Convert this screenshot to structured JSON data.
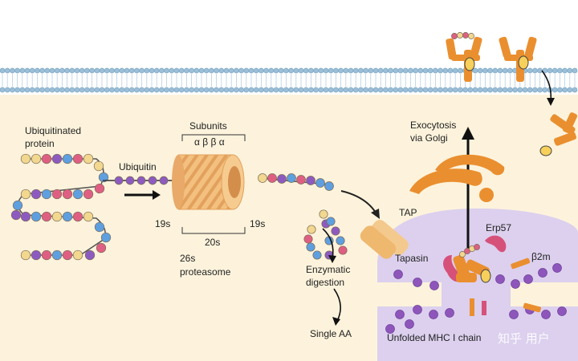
{
  "labels": {
    "ubiquitinated_protein_line1": "Ubiquitinated",
    "ubiquitinated_protein_line2": "protein",
    "ubiquitin": "Ubiquitin",
    "subunits": "Subunits",
    "subunit_letters": "α β β α",
    "cap_left": "19s",
    "cap_right": "19s",
    "core": "20s",
    "proteasome_line1": "26s",
    "proteasome_line2": "proteasome",
    "digestion_line1": "Enzymatic",
    "digestion_line2": "digestion",
    "single_aa": "Single AA",
    "tap": "TAP",
    "exocytosis_line1": "Exocytosis",
    "exocytosis_line2": "via Golgi",
    "erp57": "Erp57",
    "tapasin": "Tapasin",
    "b2m": "β2m",
    "unfolded": "Unfolded MHC I chain",
    "watermark": "知乎 用户"
  },
  "colors": {
    "cytoplasm": "#fdf3dc",
    "membrane": "#9bbfd8",
    "er": "#dcd0ee",
    "mhc": "#e98a2c",
    "tapasin": "#d6517a",
    "proteasome": "#f3c07f",
    "bead_yellow": "#f2d78f",
    "bead_pink": "#df5f83",
    "bead_blue": "#5e9fe0",
    "bead_purple": "#8d5bc0",
    "dot_purple": "#8e56bb"
  }
}
